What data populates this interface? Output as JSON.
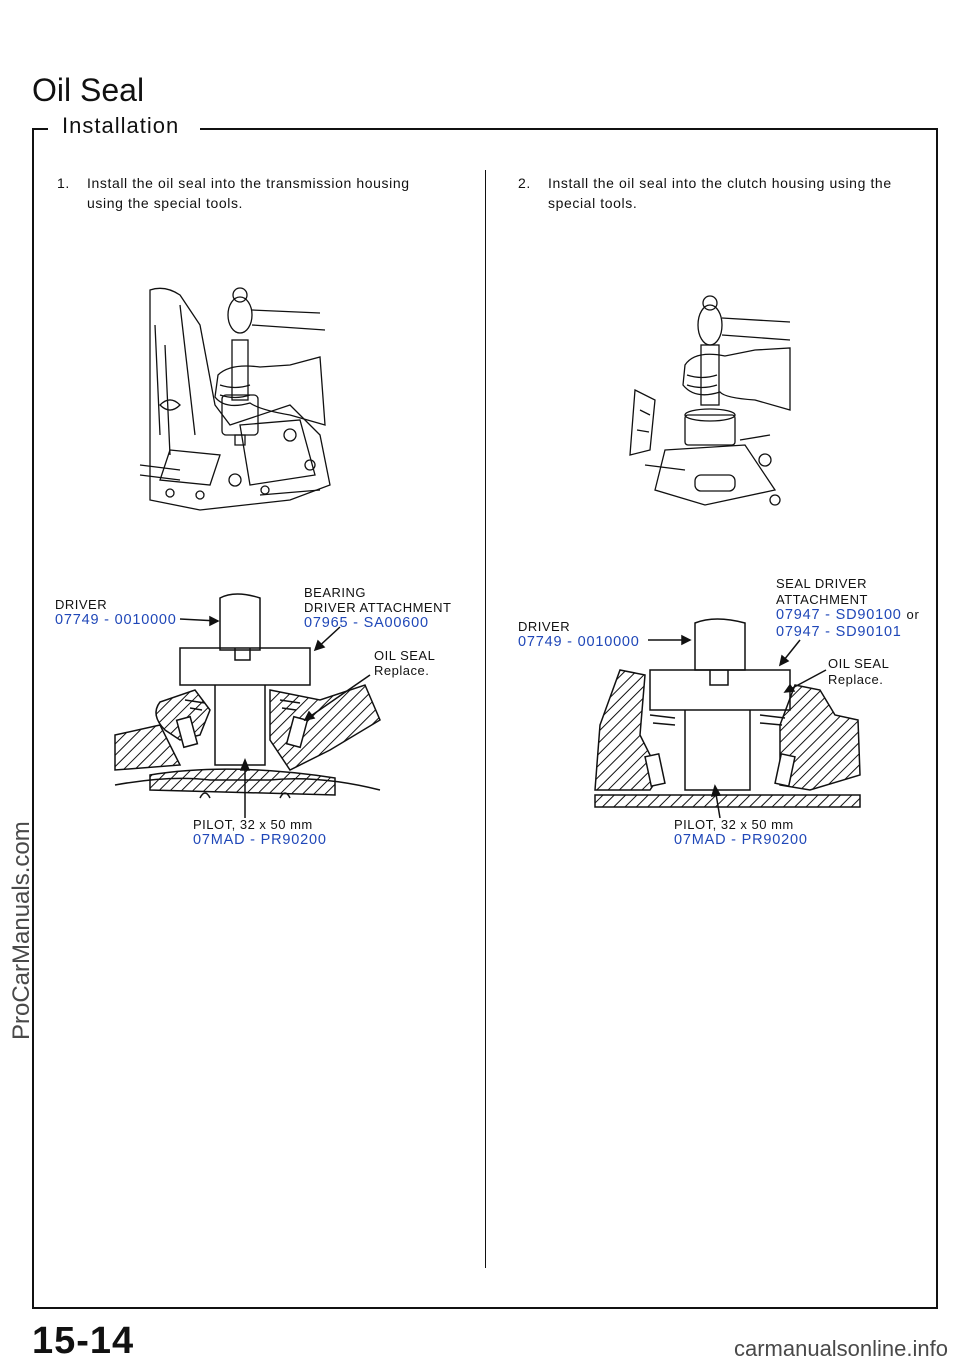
{
  "page": {
    "title": "Oil Seal",
    "subtitle": "Installation",
    "page_number": "15-14"
  },
  "step1": {
    "number": "1.",
    "text_line1": "Install the oil seal into the transmission housing",
    "text_line2": "using the special tools.",
    "labels": {
      "driver": "DRIVER",
      "driver_part": "07749 - 0010000",
      "bearing_line1": "BEARING",
      "bearing_line2": "DRIVER ATTACHMENT",
      "bearing_part": "07965 - SA00600",
      "oil_seal": "OIL SEAL",
      "oil_seal_note": "Replace.",
      "pilot": "PILOT, 32 x 50 mm",
      "pilot_part": "07MAD - PR90200"
    }
  },
  "step2": {
    "number": "2.",
    "text_line1": "Install the oil seal into the clutch housing using the",
    "text_line2": "special tools.",
    "labels": {
      "seal_driver_line1": "SEAL DRIVER",
      "seal_driver_line2": "ATTACHMENT",
      "seal_part1": "07947 - SD90100",
      "seal_or": "or",
      "seal_part2": "07947 - SD90101",
      "driver": "DRIVER",
      "driver_part": "07749 - 0010000",
      "oil_seal": "OIL SEAL",
      "oil_seal_note": "Replace.",
      "pilot": "PILOT, 32 x 50 mm",
      "pilot_part": "07MAD - PR90200"
    }
  },
  "watermarks": {
    "left": "ProCarManuals.com",
    "bottom": "carmanualsonline.info"
  },
  "colors": {
    "part_number": "#1f47b8",
    "ink": "#111111"
  }
}
